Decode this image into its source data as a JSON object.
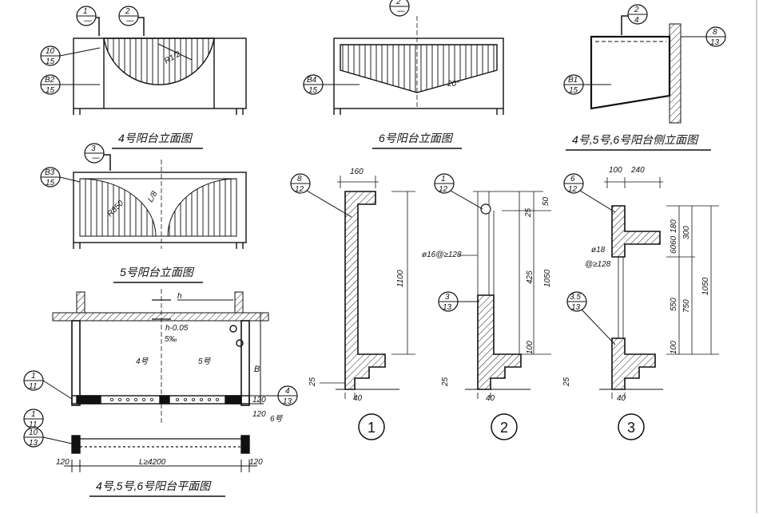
{
  "captions": {
    "elev4": "4号阳台立面图",
    "elev6": "6号阳台立面图",
    "side456": "4号,5号,6号阳台侧立面图",
    "elev5": "5号阳台立面图",
    "plan456": "4号,5号,6号阳台平面图"
  },
  "markers": {
    "m1_top": "1",
    "m1_bot": "一",
    "m2_top": "2",
    "m2_bot": "一",
    "m10_15_top": "10",
    "m10_15_bot": "15",
    "b2_top": "B2",
    "b2_bot": "15",
    "m6_top": "2",
    "m6_bot": "一",
    "b4_top": "B4",
    "b4_bot": "15",
    "side_top": "2",
    "side_bot": "4",
    "m8_top": "8",
    "m8_bot": "13",
    "b1_top": "B1",
    "b1_bot": "15",
    "m5_top": "3",
    "m5_bot": "一",
    "b3_top": "B3",
    "b3_bot": "15",
    "s1_top": "8",
    "s1_bot": "12",
    "s2_top": "1",
    "s2_bot": "12",
    "s2b_top": "3",
    "s2b_bot": "13",
    "s3_top": "6",
    "s3_bot": "12",
    "s3b_top": "3.5",
    "s3b_bot": "13",
    "p1_top": "1",
    "p1_bot": "11",
    "p2_top": "1",
    "p2_bot": "11",
    "p3_top": "10",
    "p3_bot": "13",
    "p4_top": "4",
    "p4_bot": "13"
  },
  "labels": {
    "r_elev4": "R1/2",
    "angle6": "20°",
    "r_elev5": "R850",
    "l8": "L/8",
    "h": "h",
    "h_minus": "h-0.05",
    "slope": "5‰",
    "n4": "4号",
    "n5": "5号",
    "n6": "6号",
    "B": "B",
    "l_span": "L≥4200",
    "d120a": "120",
    "d120b": "120",
    "d120c": "120",
    "d120d": "120"
  },
  "section1": {
    "number": "1",
    "dim_top": "160",
    "dim_h": "1100",
    "dim_25": "25",
    "dim_40": "40"
  },
  "section2": {
    "number": "2",
    "rebar": "ø16@≥128",
    "dim_50": "50",
    "dim_25": "25",
    "dim_425": "425",
    "dim_1050": "1050",
    "dim_100": "100",
    "dim_25b": "25",
    "dim_40": "40"
  },
  "section3": {
    "number": "3",
    "dim_100": "100",
    "dim_240": "240",
    "dim_180": "180",
    "dim_300": "300",
    "dim_6060": "6060",
    "rebar1": "ø18",
    "rebar2": "@≥128",
    "dim_550": "550",
    "dim_750": "750",
    "dim_1050": "1050",
    "dim_100b": "100",
    "dim_25": "25",
    "dim_40": "40"
  }
}
